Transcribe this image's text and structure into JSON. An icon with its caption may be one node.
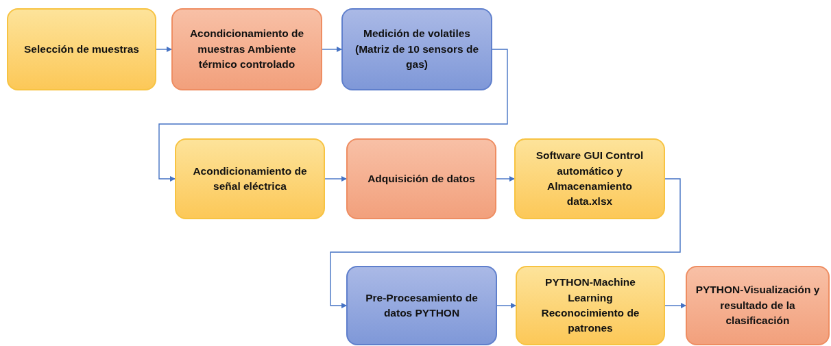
{
  "diagram": {
    "nodes": [
      {
        "text": [
          "Selección de muestras"
        ]
      },
      {
        "text": [
          "Acondicionamiento de muestras Ambiente térmico controlado"
        ]
      },
      {
        "text": [
          "Medición de volatiles (Matriz de 10 sensors de gas)"
        ]
      },
      {
        "text": [
          "Acondicionamiento de señal eléctrica"
        ]
      },
      {
        "text": [
          "Adquisición de datos"
        ]
      },
      {
        "text": [
          "Software GUI Control automático y Almacenamiento data.xlsx"
        ]
      },
      {
        "text": [
          "Pre-Procesamiento de datos PYTHON"
        ]
      },
      {
        "text": [
          "PYTHON-Machine Learning Reconocimiento de patrones"
        ]
      },
      {
        "text": [
          "PYTHON-Visualización y resultado de la clasificación"
        ]
      }
    ],
    "edges": [
      {
        "from": 0,
        "to": 1,
        "arrow": "to"
      },
      {
        "from": 1,
        "to": 2,
        "arrow": "to"
      },
      {
        "from": 2,
        "to": 3,
        "arrow": "to"
      },
      {
        "from": 3,
        "to": 4,
        "arrow": "to"
      },
      {
        "from": 4,
        "to": 5,
        "arrow": "to"
      },
      {
        "from": 5,
        "to": 6,
        "arrow": "to"
      },
      {
        "from": 6,
        "to": 7,
        "arrow": "to"
      },
      {
        "from": 7,
        "to": 8,
        "arrow": "to"
      }
    ]
  }
}
